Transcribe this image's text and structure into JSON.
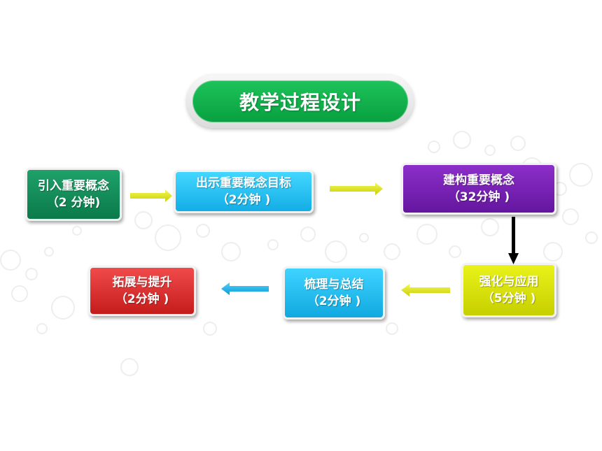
{
  "title": "教学过程设计",
  "steps": [
    {
      "name": "引入重要概念",
      "time": "（2 分钟)"
    },
    {
      "name": "出示重要概念目标",
      "time": "（2分钟 )"
    },
    {
      "name": "建构重要概念",
      "time": "（32分钟 )"
    },
    {
      "name": "强化与应用",
      "time": "（5分钟 )"
    },
    {
      "name": "梳理与总结",
      "time": "（2分钟 )"
    },
    {
      "name": "拓展与提升",
      "time": "（2分钟 )"
    }
  ],
  "colors": {
    "title": "#0aa845",
    "step1": "#128457",
    "step2": "#1ab8ee",
    "step3": "#7422b4",
    "step4": "#dbe20a",
    "step5": "#1ab4ea",
    "step6": "#d92a2a",
    "arrow_yellow": "#e8ee1a",
    "arrow_blue": "#1aa9e0",
    "arrow_black": "#000000"
  }
}
